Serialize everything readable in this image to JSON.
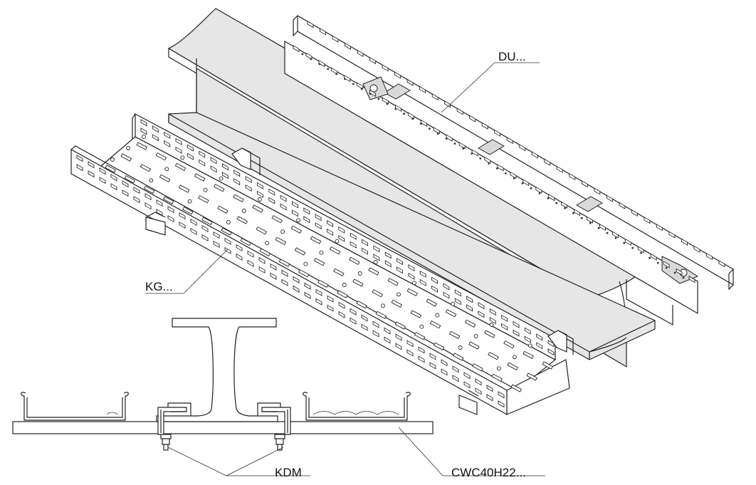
{
  "labels": {
    "du": "DU...",
    "kg": "KG...",
    "kdm": "KDM",
    "cwc": "CWC40H22..."
  }
}
